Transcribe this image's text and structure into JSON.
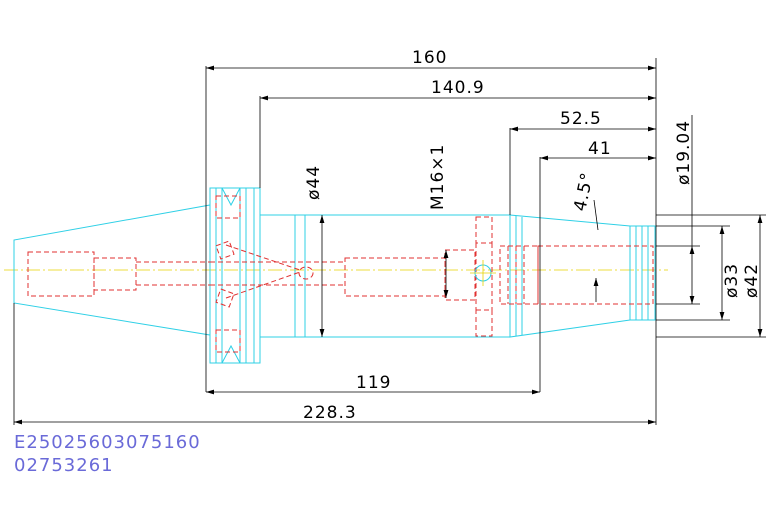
{
  "drawing": {
    "dimensions": {
      "d160": "160",
      "d140_9": "140.9",
      "d52_5": "52.5",
      "d41": "41",
      "d119": "119",
      "d228_3": "228.3",
      "phi44": "ø44",
      "m16": "M16×1",
      "phi19": "ø19.04",
      "phi33": "ø33",
      "phi42": "ø42",
      "angle": "4.5°"
    },
    "codes": {
      "line1": "E25025603075160",
      "line2": "02753261"
    },
    "colors": {
      "outline": "#2fd0e6",
      "hidden": "#e03030",
      "centerline": "#e6d200",
      "dimension": "#000000",
      "code_text": "#6a6ad8"
    }
  }
}
